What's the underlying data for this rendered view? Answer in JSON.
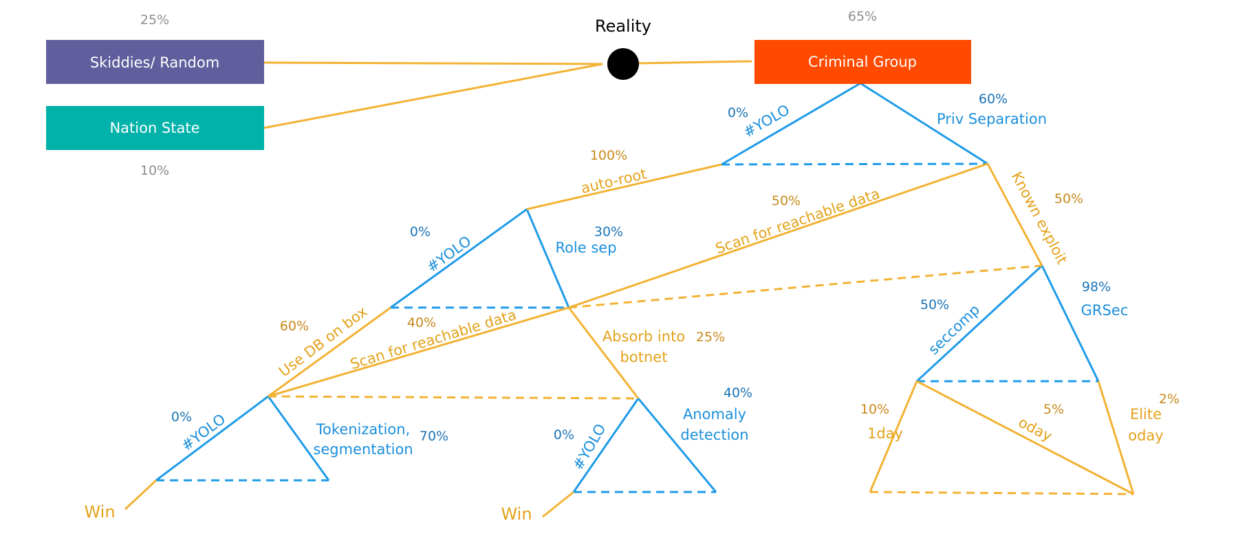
{
  "colors": {
    "orange_line": "#F2B233",
    "orange_text": "#E3A21A",
    "orange_pct": "#C8891A",
    "blue_line": "#1E9BE9",
    "blue_text": "#1B8FDB",
    "blue_pct": "#1A73B5",
    "gray_text": "#8E8E8E",
    "skiddies_box": "#615E9E",
    "nation_box": "#00B2A9",
    "criminal_box": "#FF4A00",
    "box_text": "#FFFFFF",
    "black": "#000000"
  },
  "boxes": {
    "skiddies": {
      "label": "Skiddies/ Random",
      "pct": "25%"
    },
    "nation": {
      "label": "Nation State",
      "pct": "10%"
    },
    "criminal": {
      "label": "Criminal Group",
      "pct": "65%"
    }
  },
  "reality": {
    "label": "Reality"
  },
  "branches": {
    "criminal_yolo": {
      "label": "#YOLO",
      "pct": "0%"
    },
    "priv_sep": {
      "label": "Priv Separation",
      "pct": "60%"
    },
    "auto_root": {
      "label": "auto-root",
      "pct": "100%"
    },
    "known_exploit": {
      "label": "Known exploit",
      "pct": "50%"
    },
    "scan_upper": {
      "label": "Scan for reachable data",
      "pct": "50%"
    },
    "role_yolo": {
      "label": "#YOLO",
      "pct": "0%"
    },
    "role_sep": {
      "label": "Role sep",
      "pct": "30%"
    },
    "use_db": {
      "label": "Use DB on box",
      "pct": "60%"
    },
    "scan_lower": {
      "label": "Scan for reachable data",
      "pct": "40%"
    },
    "absorb": {
      "line1": "Absorb into",
      "line2": "botnet",
      "pct": "25%"
    },
    "left_yolo": {
      "label": "#YOLO",
      "pct": "0%"
    },
    "tokenization": {
      "line1": "Tokenization,",
      "line2": "segmentation",
      "pct": "70%"
    },
    "mid_yolo": {
      "label": "#YOLO",
      "pct": "0%"
    },
    "anomaly": {
      "line1": "Anomaly",
      "line2": "detection",
      "pct": "40%"
    },
    "seccomp": {
      "label": "seccomp",
      "pct": "50%"
    },
    "grsec": {
      "label": "GRSec",
      "pct": "98%"
    },
    "oneday": {
      "label": "1day",
      "pct": "10%"
    },
    "oday": {
      "label": "oday",
      "pct": "5%"
    },
    "elite": {
      "line1": "Elite",
      "line2": "oday",
      "pct": "2%"
    }
  },
  "outcomes": {
    "win_left": "Win",
    "win_mid": "Win"
  }
}
